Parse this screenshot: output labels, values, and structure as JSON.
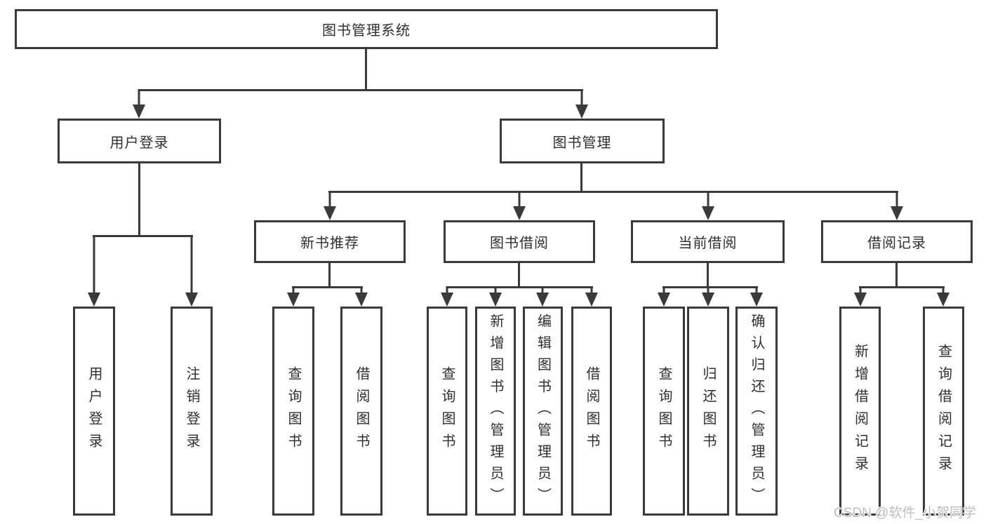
{
  "diagram": {
    "title": "图书管理系统",
    "level2": [
      {
        "label": "用户登录"
      },
      {
        "label": "图书管理"
      }
    ],
    "level3": [
      {
        "label": "新书推荐"
      },
      {
        "label": "图书借阅"
      },
      {
        "label": "当前借阅"
      },
      {
        "label": "借阅记录"
      }
    ],
    "leaves": [
      {
        "label": "用户登录"
      },
      {
        "label": "注销登录"
      },
      {
        "label": "查询图书"
      },
      {
        "label": "借阅图书"
      },
      {
        "label": "查询图书"
      },
      {
        "label": "新增图书（管理员）"
      },
      {
        "label": "编辑图书（管理员）"
      },
      {
        "label": "借阅图书"
      },
      {
        "label": "查询图书"
      },
      {
        "label": "归还图书"
      },
      {
        "label": "确认归还（管理员）"
      },
      {
        "label": "新增借阅记录"
      },
      {
        "label": "查询借阅记录"
      }
    ]
  },
  "watermark": "CSDN @软件_小贺同学",
  "colors": {
    "line": "#3a3a3a",
    "text": "#2e2e2e",
    "watermark": "#bdbdbd",
    "background": "#ffffff"
  }
}
